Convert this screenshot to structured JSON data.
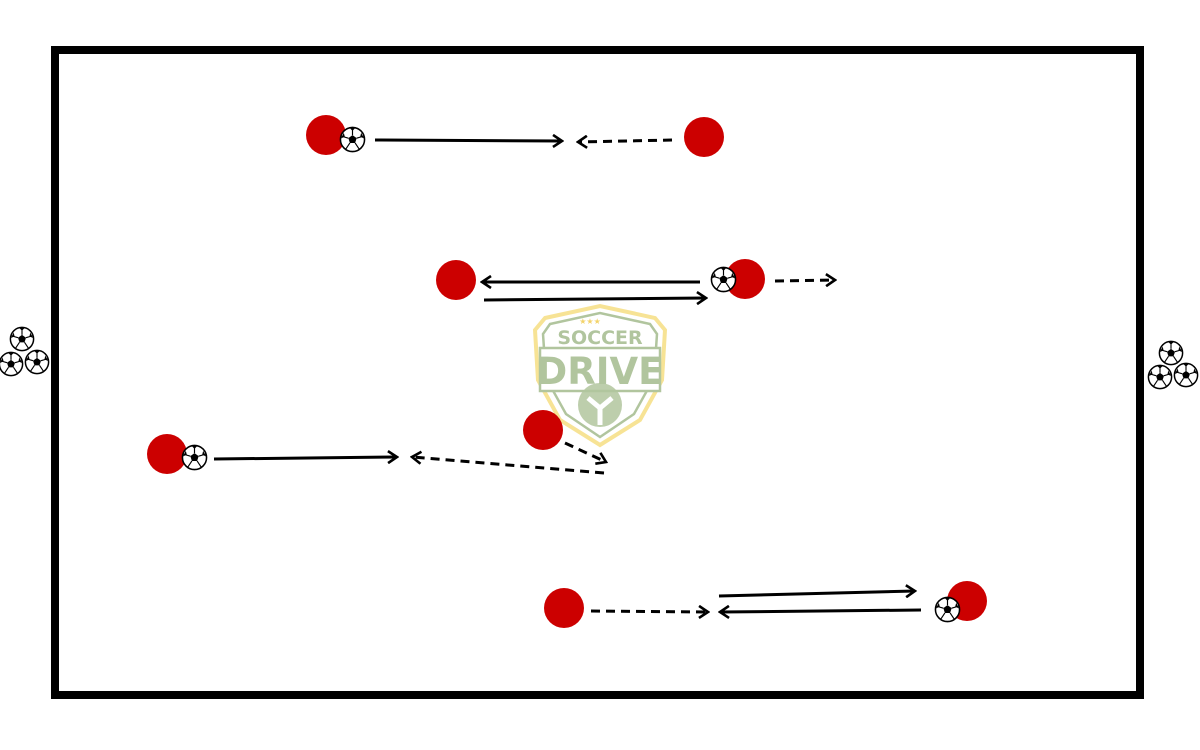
{
  "diagram": {
    "title": "Soccer passing drill",
    "colors": {
      "player": "#cc0000",
      "line": "#000000",
      "field_border": "#000000",
      "logo_green": "#a9bf94",
      "logo_gold": "#f7e08a"
    },
    "logo": {
      "top_text": "SOCCER",
      "main_text": "DRIVE"
    },
    "icons": {
      "ball": "soccer-ball-icon",
      "player": "player-marker-icon"
    }
  }
}
